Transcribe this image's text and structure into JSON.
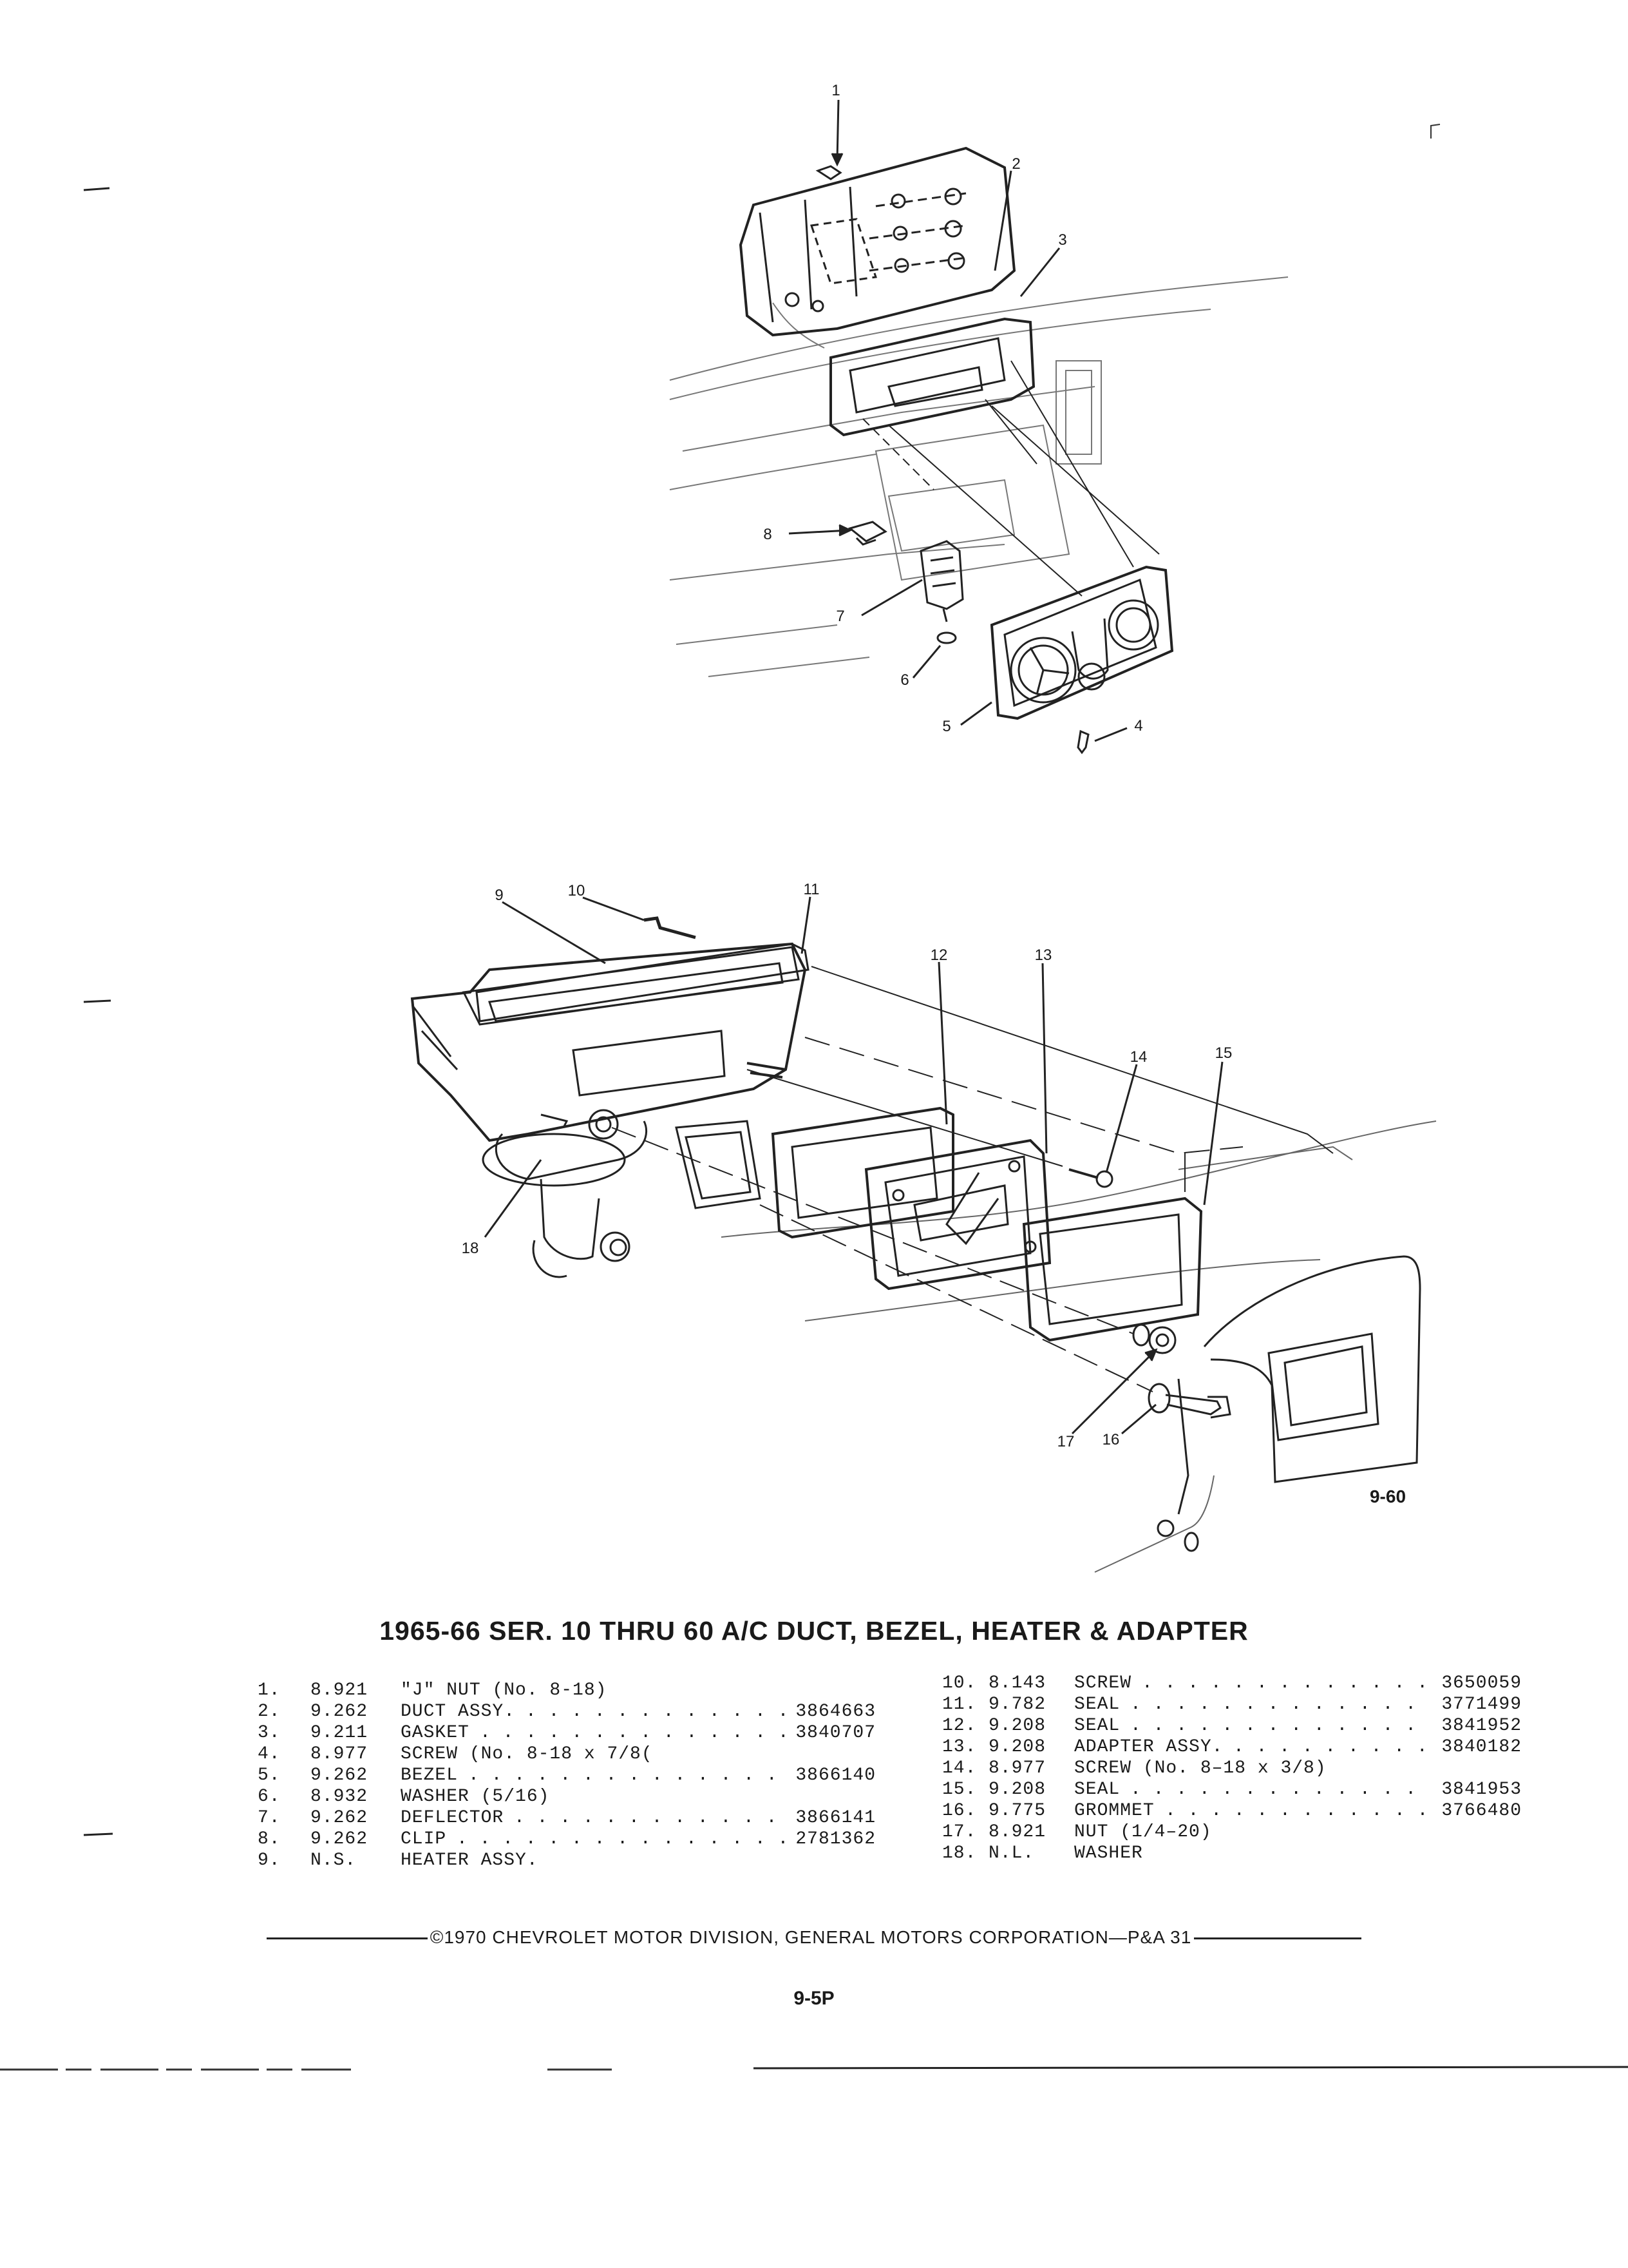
{
  "figure": {
    "callouts_top": [
      "1",
      "2",
      "3",
      "4",
      "5",
      "6",
      "7",
      "8"
    ],
    "callouts_bottom": [
      "9",
      "10",
      "11",
      "12",
      "13",
      "14",
      "15",
      "16",
      "17",
      "18"
    ],
    "figure_number": "9-60"
  },
  "title": "1965-66 SER. 10 THRU 60 A/C DUCT, BEZEL, HEATER & ADAPTER",
  "parts_left": [
    {
      "num": "1.",
      "group": "8.921",
      "name": "\"J\" NUT (No. 8-18)",
      "dots": "",
      "part_no": ""
    },
    {
      "num": "2.",
      "group": "9.262",
      "name": "DUCT ASSY.",
      "dots": ". . . . . . . . . . . . . .",
      "part_no": "3864663"
    },
    {
      "num": "3.",
      "group": "9.211",
      "name": "GASKET",
      "dots": ". . . . . . . . . . . . . . . .",
      "part_no": "3840707"
    },
    {
      "num": "4.",
      "group": "8.977",
      "name": "SCREW (No. 8-18 x 7/8(",
      "dots": "",
      "part_no": ""
    },
    {
      "num": "5.",
      "group": "9.262",
      "name": "BEZEL",
      "dots": ". . . . . . . . . . . . . . . . .",
      "part_no": "3866140"
    },
    {
      "num": "6.",
      "group": "8.932",
      "name": "WASHER (5/16)",
      "dots": "",
      "part_no": ""
    },
    {
      "num": "7.",
      "group": "9.262",
      "name": "DEFLECTOR",
      "dots": ". . . . . . . . . . . . . .",
      "part_no": "3866141"
    },
    {
      "num": "8.",
      "group": "9.262",
      "name": "CLIP",
      "dots": ". . . . . . . . . . . . . . . . . .",
      "part_no": "2781362"
    },
    {
      "num": "9.",
      "group": "N.S.",
      "name": "HEATER ASSY.",
      "dots": "",
      "part_no": ""
    }
  ],
  "parts_right": [
    {
      "num": "10.",
      "group": "8.143",
      "name": "SCREW",
      "dots": ". . . . . . . . . . . . . . . . .",
      "part_no": "3650059"
    },
    {
      "num": "11.",
      "group": "9.782",
      "name": "SEAL",
      "dots": ". . . . . . . . . . . . . . . . . .",
      "part_no": "3771499"
    },
    {
      "num": "12.",
      "group": "9.208",
      "name": "SEAL",
      "dots": ". . . . . . . . . . . . . . . . . .",
      "part_no": "3841952"
    },
    {
      "num": "13.",
      "group": "9.208",
      "name": "ADAPTER ASSY.",
      "dots": ". . . . . . . . . . .",
      "part_no": "3840182"
    },
    {
      "num": "14.",
      "group": "8.977",
      "name": "SCREW (No. 8–18 x 3/8)",
      "dots": "",
      "part_no": ""
    },
    {
      "num": "15.",
      "group": "9.208",
      "name": "SEAL",
      "dots": ". . . . . . . . . . . . . . . . . .",
      "part_no": "3841953"
    },
    {
      "num": "16.",
      "group": "9.775",
      "name": "GROMMET",
      "dots": ". . . . . . . . . . . . . .",
      "part_no": "3766480"
    },
    {
      "num": "17.",
      "group": "8.921",
      "name": "NUT (1/4–20)",
      "dots": "",
      "part_no": ""
    },
    {
      "num": "18.",
      "group": "N.L.",
      "name": "WASHER",
      "dots": "",
      "part_no": ""
    }
  ],
  "footer": "©1970 CHEVROLET MOTOR DIVISION, GENERAL MOTORS CORPORATION—P&A 31",
  "page_number": "9-5P"
}
